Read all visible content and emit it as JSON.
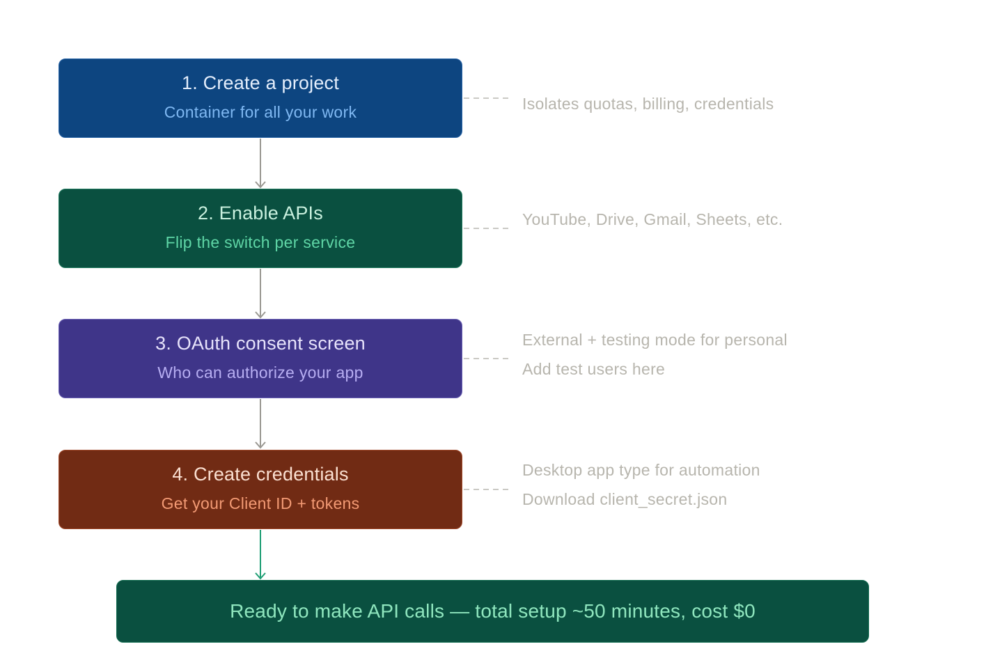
{
  "colors": {
    "connector": "#9a9892",
    "connector_final": "#1e9e74",
    "dashed": "#b9b7b0",
    "note_text": "#b7b5ad"
  },
  "steps": [
    {
      "title": "1. Create a project",
      "subtitle": "Container for all your work",
      "fill": "#0d4580",
      "border": "#2b66a8",
      "title_color": "#e4eefc",
      "subtitle_color": "#7fb8f2",
      "notes": [
        "Isolates quotas, billing, credentials"
      ]
    },
    {
      "title": "2. Enable APIs",
      "subtitle": "Flip the switch per service",
      "fill": "#0a5040",
      "border": "#1f7a5e",
      "title_color": "#c9f0de",
      "subtitle_color": "#5fd6a6",
      "notes": [
        "YouTube, Drive, Gmail, Sheets, etc."
      ]
    },
    {
      "title": "3. OAuth consent screen",
      "subtitle": "Who can authorize your app",
      "fill": "#3f3589",
      "border": "#6a60b4",
      "title_color": "#e7e3fb",
      "subtitle_color": "#b7aef2",
      "notes": [
        "External + testing mode for personal",
        "Add test users here"
      ]
    },
    {
      "title": "4. Create credentials",
      "subtitle": "Get your Client ID + tokens",
      "fill": "#712b14",
      "border": "#a24a2c",
      "title_color": "#fbe0d2",
      "subtitle_color": "#f39a74",
      "notes": [
        "Desktop app type for automation",
        "Download client_secret.json"
      ]
    }
  ],
  "final": {
    "text": "Ready to make API calls — total setup ~50 minutes, cost $0",
    "fill": "#0a5040",
    "text_color": "#8fe6be"
  }
}
